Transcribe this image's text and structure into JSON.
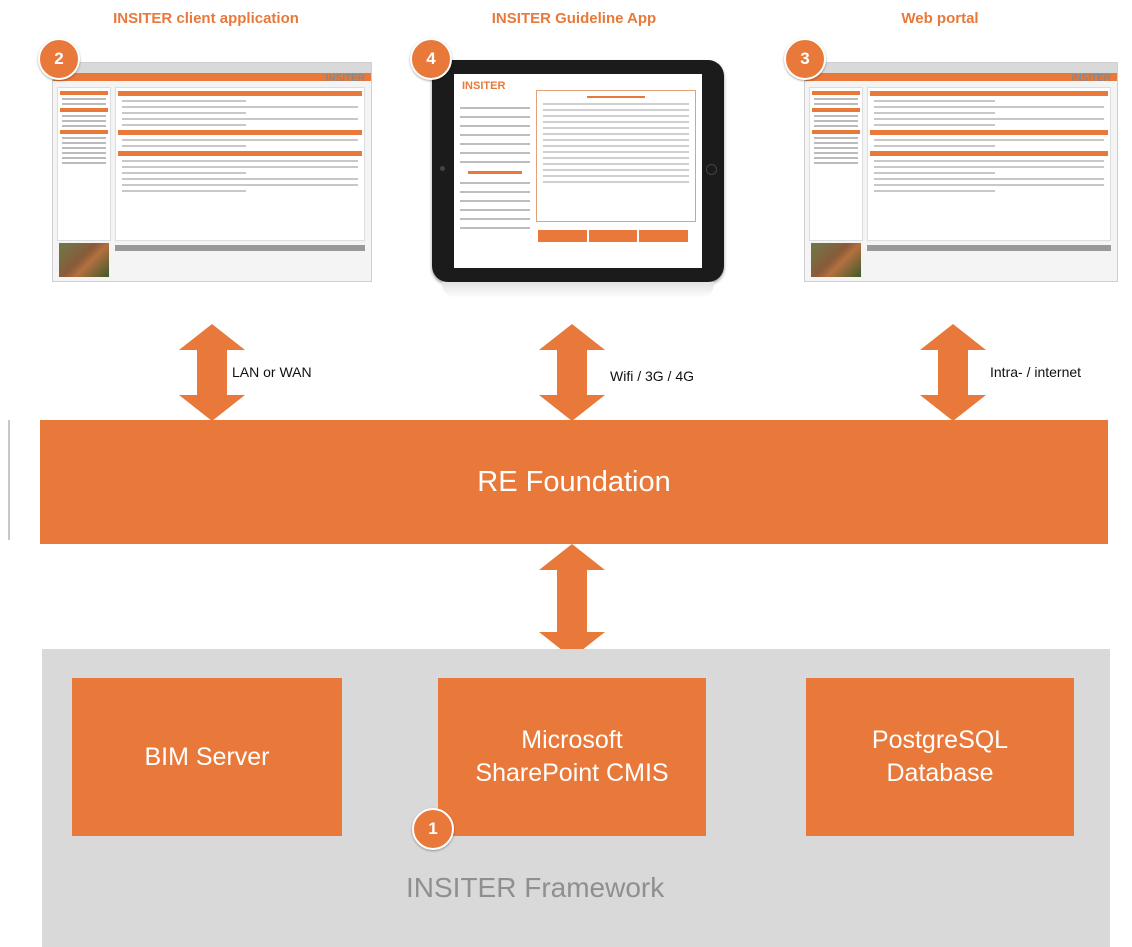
{
  "titles": {
    "client": "INSITER client application",
    "guideline": "INSITER Guideline App",
    "web": "Web portal"
  },
  "badges": {
    "client": "2",
    "guideline": "4",
    "web": "3",
    "framework": "1"
  },
  "connections": {
    "client": "LAN or WAN",
    "guideline": "Wifi / 3G / 4G",
    "web": "Intra- / internet"
  },
  "foundation": "RE Foundation",
  "framework": {
    "label": "INSITER Framework",
    "bim": "BIM Server",
    "sharepoint_line1": "Microsoft",
    "sharepoint_line2": "SharePoint CMIS",
    "postgres_line1": "PostgreSQL",
    "postgres_line2": "Database"
  },
  "screens": {
    "logo": "INSITER",
    "app_logo": "INSITER"
  },
  "colors": {
    "accent": "#e8793a",
    "framework_bg": "#d9d9d9"
  }
}
